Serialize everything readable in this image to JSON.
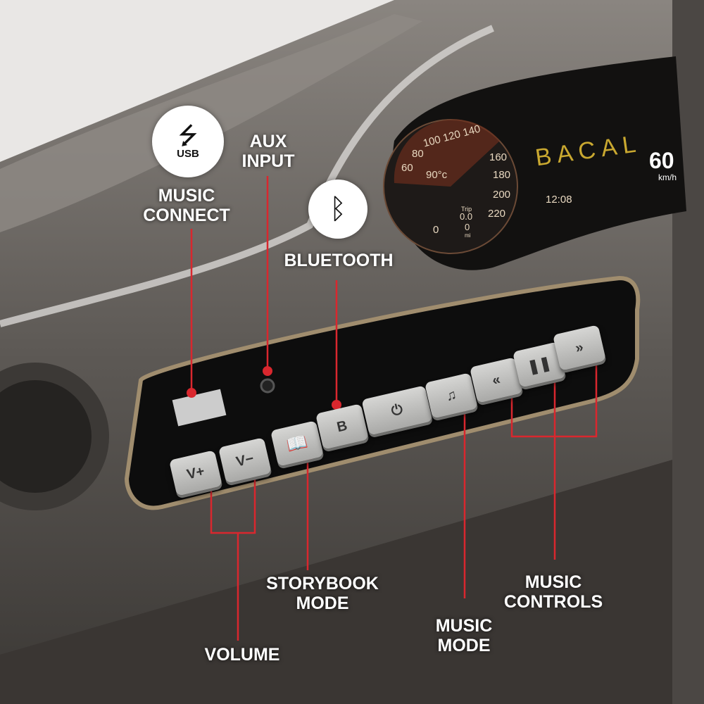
{
  "labels": {
    "usb": "MUSIC\nCONNECT",
    "aux": "AUX\nINPUT",
    "bluetooth": "BLUETOOTH",
    "storybook": "STORYBOOK\nMODE",
    "volume": "VOLUME",
    "music_mode": "MUSIC\nMODE",
    "music_controls": "MUSIC\nCONTROLS"
  },
  "usb_badge": "USB",
  "buttons": [
    "V+",
    "V−",
    "book-icon",
    "B",
    "power-icon",
    "music-note-icon",
    "rewind-icon",
    "pause-icon",
    "fast-forward-icon"
  ],
  "button_text": {
    "vplus": "V+",
    "vminus": "V−",
    "b": "B"
  },
  "gauge": {
    "ticks": [
      "60",
      "80",
      "100",
      "120",
      "140",
      "160",
      "180",
      "200",
      "220",
      "0"
    ],
    "temp": "90°c",
    "trip_label": "Trip",
    "trip": "0.0",
    "odo": "0",
    "odo_unit": "mi",
    "time": "12:08",
    "brand": "BACAL",
    "speed": "60",
    "speed_unit": "km/h"
  },
  "colors": {
    "accent": "#d9272e",
    "label": "#ffffff",
    "button": "#c4c4c2"
  }
}
